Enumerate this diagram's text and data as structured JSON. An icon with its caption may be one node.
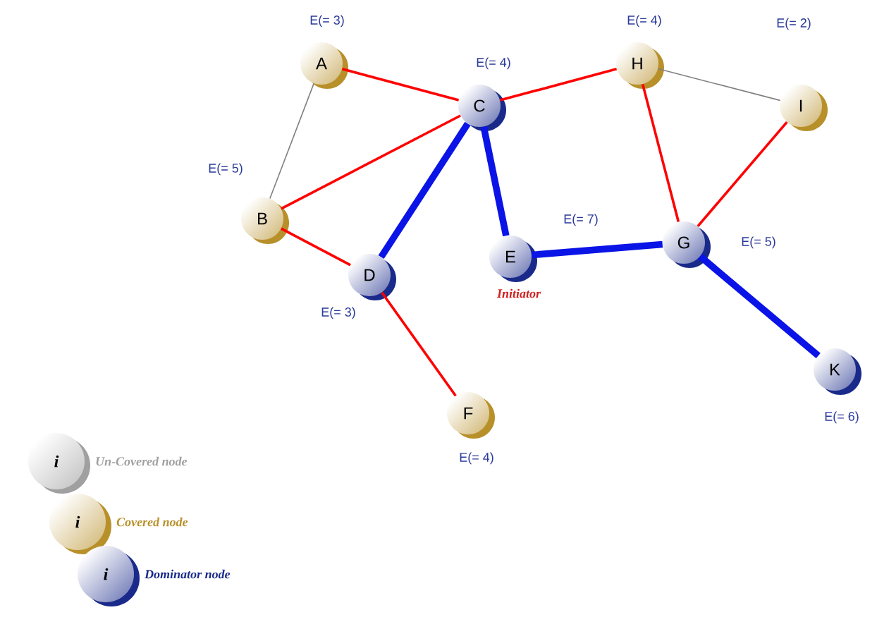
{
  "diagram": {
    "nodes": [
      {
        "text": [
          "A"
        ],
        "beside": [
          "E(= 3)"
        ]
      },
      {
        "text": [
          "B"
        ],
        "beside": [
          "E(= 5)"
        ]
      },
      {
        "text": [
          "C"
        ],
        "beside": [
          "E(= 4)"
        ]
      },
      {
        "text": [
          "D"
        ],
        "beside": [
          "E(= 3)"
        ]
      },
      {
        "text": [
          "E"
        ],
        "beside": [
          "E(= 7)",
          "Initiator"
        ]
      },
      {
        "text": [
          "F"
        ],
        "beside": [
          "E(= 4)"
        ]
      },
      {
        "text": [
          "H"
        ],
        "beside": [
          "E(= 4)"
        ]
      },
      {
        "text": [
          "I"
        ],
        "beside": [
          "E(= 2)"
        ]
      },
      {
        "text": [
          "G"
        ],
        "beside": [
          "E(= 5)"
        ]
      },
      {
        "text": [
          "K"
        ],
        "beside": [
          "E(= 6)"
        ]
      }
    ],
    "edges": [
      {
        "from": 0,
        "to": 1,
        "arrow": "none",
        "color": "#808080"
      },
      {
        "from": 0,
        "to": 2,
        "arrow": "none"
      },
      {
        "from": 1,
        "to": 2,
        "arrow": "none"
      },
      {
        "from": 1,
        "to": 3,
        "arrow": "none"
      },
      {
        "from": 2,
        "to": 3,
        "arrow": "none",
        "style": "thick",
        "color": "#0a14e6"
      },
      {
        "from": 2,
        "to": 4,
        "arrow": "none",
        "style": "thick",
        "color": "#0a14e6"
      },
      {
        "from": 2,
        "to": 6,
        "arrow": "none"
      },
      {
        "from": 3,
        "to": 5,
        "arrow": "none"
      },
      {
        "from": 6,
        "to": 7,
        "arrow": "none",
        "color": "#808080"
      },
      {
        "from": 6,
        "to": 8,
        "arrow": "none"
      },
      {
        "from": 7,
        "to": 8,
        "arrow": "none"
      },
      {
        "from": 4,
        "to": 8,
        "arrow": "none",
        "style": "thick",
        "color": "#0a14e6"
      },
      {
        "from": 8,
        "to": 9,
        "arrow": "none",
        "style": "thick",
        "color": "#0a14e6"
      }
    ],
    "labels": [
      "i",
      "i",
      "i"
    ],
    "legend": [
      {
        "text": "Un-Covered node",
        "color": "#a0a0a0"
      },
      {
        "text": "Covered node",
        "color": "#b8902a"
      },
      {
        "text": "Dominator node",
        "color": "#1a2a8a"
      }
    ]
  }
}
